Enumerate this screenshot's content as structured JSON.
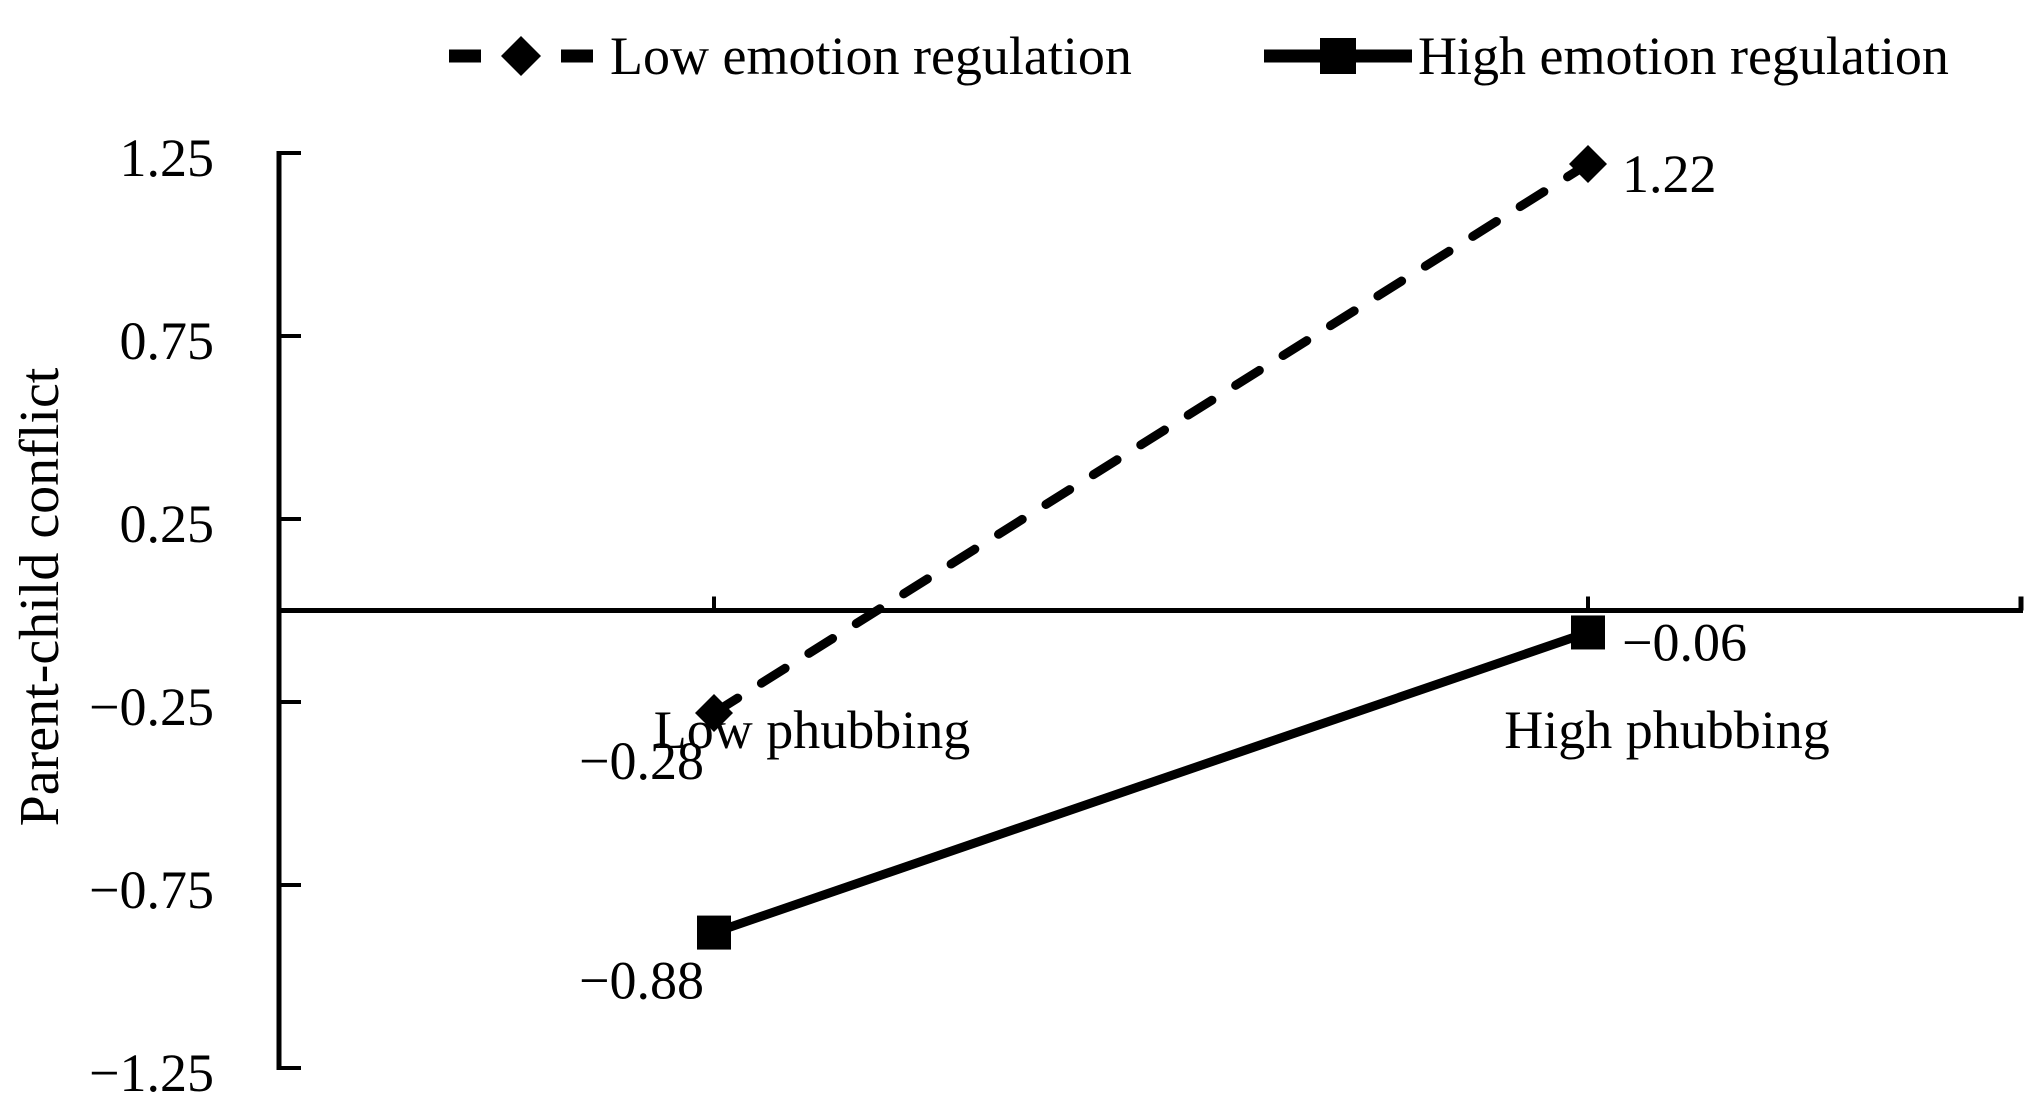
{
  "colors": {
    "ink": "#000000",
    "background": "#ffffff"
  },
  "legend": {
    "items": [
      {
        "label": "Low emotion regulation",
        "marker": "diamond",
        "line_style": "dashed"
      },
      {
        "label": "High emotion regulation",
        "marker": "square",
        "line_style": "solid"
      }
    ]
  },
  "chart_data": {
    "type": "line",
    "title": "",
    "categories": [
      "Low phubbing",
      "High phubbing"
    ],
    "series": [
      {
        "name": "Low emotion regulation",
        "line_style": "dashed",
        "marker": "diamond",
        "values": [
          -0.28,
          1.22
        ],
        "data_labels": [
          "−0.28",
          "1.22"
        ],
        "data_label_sides": [
          "below-left",
          "right"
        ]
      },
      {
        "name": "High emotion regulation",
        "line_style": "solid",
        "marker": "square",
        "values": [
          -0.88,
          -0.06
        ],
        "data_labels": [
          "−0.88",
          "−0.06"
        ],
        "data_label_sides": [
          "below-left",
          "right"
        ]
      }
    ],
    "xlabel": "",
    "ylabel": "Parent-child conflict",
    "ylim": [
      -1.25,
      1.25
    ],
    "yticks": [
      1.25,
      0.75,
      0.25,
      -0.25,
      -0.75,
      -1.25
    ],
    "ytick_labels": [
      "1.25",
      "0.75",
      "0.25",
      "−0.25",
      "−0.75",
      "−1.25"
    ],
    "grid": false,
    "legend_position": "top-center"
  }
}
